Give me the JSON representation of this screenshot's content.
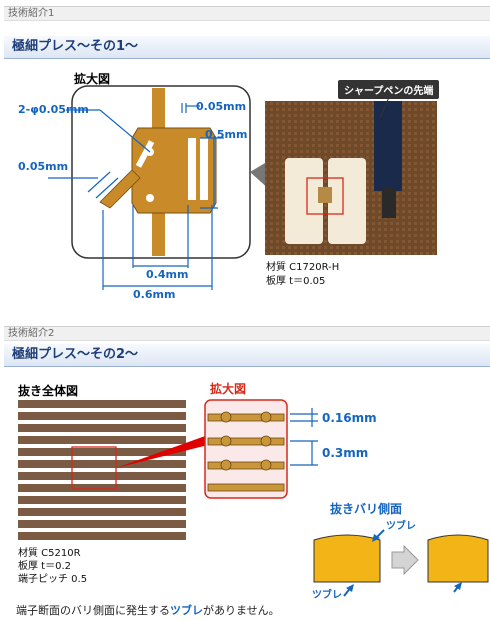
{
  "section1": {
    "label": "技術紹介1",
    "title": "極細プレス〜その1〜",
    "magnified_title": "拡大図",
    "callout_pen": "シャープペンの先端",
    "dims": {
      "hole": "2-φ0.05mm",
      "top_right": "0.05mm",
      "height": "0.5mm",
      "left": "0.05mm",
      "inner_width": "0.4mm",
      "outer_width": "0.6mm"
    },
    "material": "材質 C1720R-H",
    "thickness": "板厚 t＝0.05"
  },
  "section2": {
    "label": "技術紹介2",
    "title": "極細プレス〜その2〜",
    "overall_title": "抜き全体図",
    "magnified_title": "拡大図",
    "dims": {
      "top": "0.16mm",
      "bottom": "0.3mm"
    },
    "burr_title": "抜きバリ側面",
    "burr_label_top": "ツブレ",
    "burr_label_bottom": "ツブレ",
    "material": "材質 C5210R",
    "thickness": "板厚 t＝0.2",
    "pitch": "端子ピッチ 0.5",
    "footer_prefix": "端子断面のバリ側面に発生する",
    "footer_highlight": "ツブレ",
    "footer_suffix": "がありません。"
  },
  "colors": {
    "accent_blue": "#1565c0",
    "accent_red": "#d62a1b",
    "title_navy": "#1f3f7a",
    "burr_yellow": "#f2b416"
  }
}
